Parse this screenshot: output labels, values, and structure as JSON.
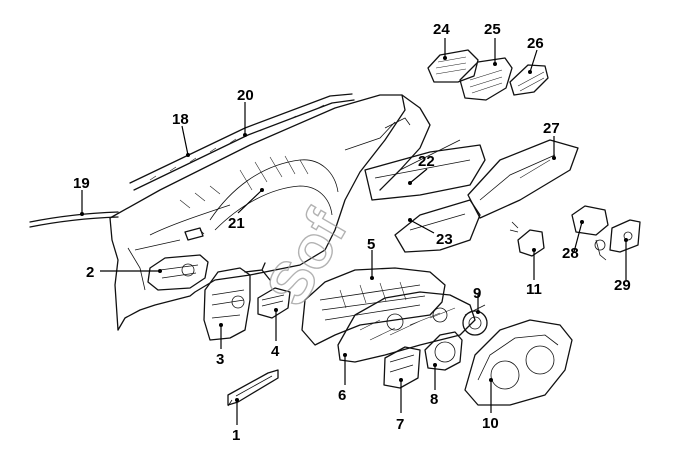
{
  "watermark": "Sof",
  "callouts": [
    {
      "id": "1",
      "label": "1"
    },
    {
      "id": "2",
      "label": "2"
    },
    {
      "id": "3",
      "label": "3"
    },
    {
      "id": "4",
      "label": "4"
    },
    {
      "id": "5",
      "label": "5"
    },
    {
      "id": "6",
      "label": "6"
    },
    {
      "id": "7",
      "label": "7"
    },
    {
      "id": "8",
      "label": "8"
    },
    {
      "id": "9",
      "label": "9"
    },
    {
      "id": "10",
      "label": "10"
    },
    {
      "id": "11",
      "label": "11"
    },
    {
      "id": "18",
      "label": "18"
    },
    {
      "id": "19",
      "label": "19"
    },
    {
      "id": "20",
      "label": "20"
    },
    {
      "id": "21",
      "label": "21"
    },
    {
      "id": "22",
      "label": "22"
    },
    {
      "id": "23",
      "label": "23"
    },
    {
      "id": "24",
      "label": "24"
    },
    {
      "id": "25",
      "label": "25"
    },
    {
      "id": "26",
      "label": "26"
    },
    {
      "id": "27",
      "label": "27"
    },
    {
      "id": "28",
      "label": "28"
    },
    {
      "id": "29",
      "label": "29"
    }
  ]
}
